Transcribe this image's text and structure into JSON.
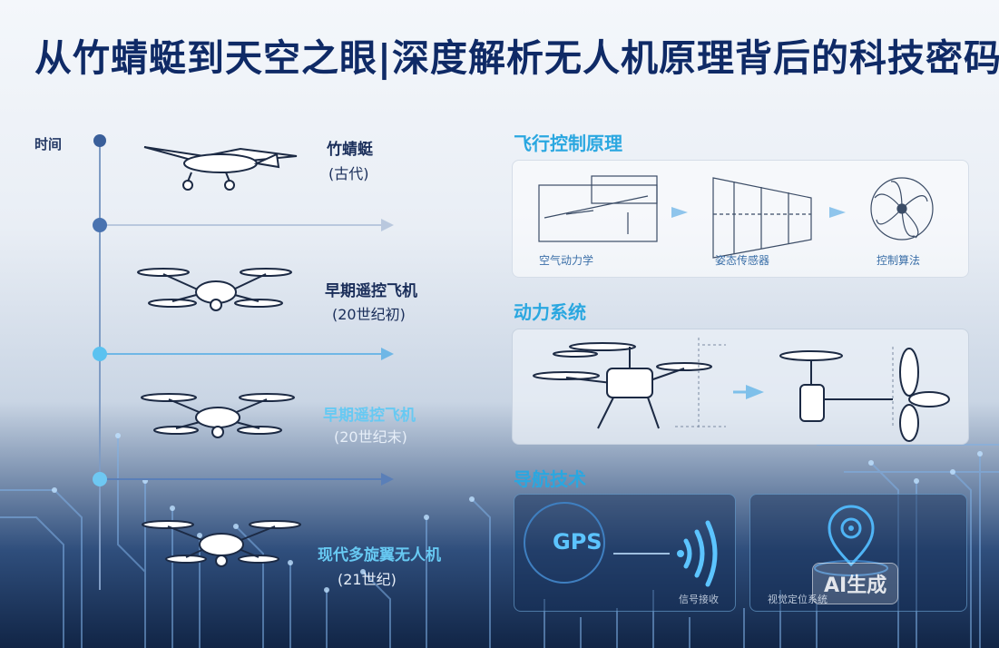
{
  "title": "从竹蜻蜓到天空之眼|深度解析无人机原理背后的科技密码",
  "timeline": {
    "heading": "时间",
    "subheading": "",
    "eras": [
      {
        "name": "竹蜻蜓",
        "date": "(古代)"
      },
      {
        "name": "早期遥控飞机",
        "date": "(20世纪初)"
      },
      {
        "name": "早期遥控飞机",
        "date": "(20世纪末)"
      },
      {
        "name": "现代多旋翼无人机",
        "date": "(21世纪)"
      }
    ]
  },
  "flight_control": {
    "heading": "飞行控制原理",
    "captions": [
      "空气动力学",
      "姿态传感器",
      "控制算法"
    ]
  },
  "power_system": {
    "heading": "动力系统"
  },
  "navigation": {
    "heading": "导航技术",
    "gps_label": "GPS",
    "captions": [
      "信号接收",
      "视觉定位系统"
    ]
  },
  "watermark": "AI生成",
  "colors": {
    "title": "#0f2a66",
    "accent": "#2aa7e0",
    "node": "#3a5f9a"
  }
}
